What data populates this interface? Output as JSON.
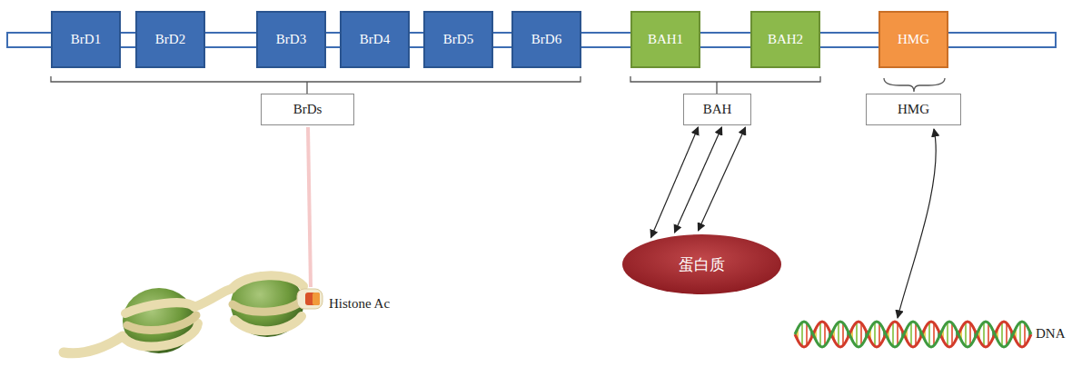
{
  "diagram": {
    "nodes": [
      {
        "text": [
          "BrD1"
        ]
      },
      {
        "text": [
          "BrD2"
        ]
      },
      {
        "text": [
          "BrD3"
        ]
      },
      {
        "text": [
          "BrD4"
        ]
      },
      {
        "text": [
          "BrD5"
        ]
      },
      {
        "text": [
          "BrD6"
        ]
      },
      {
        "text": [
          "BAH1"
        ]
      },
      {
        "text": [
          "BAH2"
        ]
      },
      {
        "text": [
          "HMG"
        ]
      },
      {
        "text": [
          "BrDs"
        ]
      },
      {
        "text": [
          "BAH"
        ]
      },
      {
        "text": [
          "HMG"
        ]
      },
      {
        "text": [
          "蛋白质"
        ]
      }
    ],
    "edges": [
      {
        "from": 10,
        "to": 12,
        "arrow": "both"
      },
      {
        "from": 10,
        "to": 12,
        "arrow": "both"
      },
      {
        "from": 10,
        "to": 12,
        "arrow": "both"
      }
    ],
    "labels": [
      "Histone Ac",
      "DNA"
    ]
  }
}
